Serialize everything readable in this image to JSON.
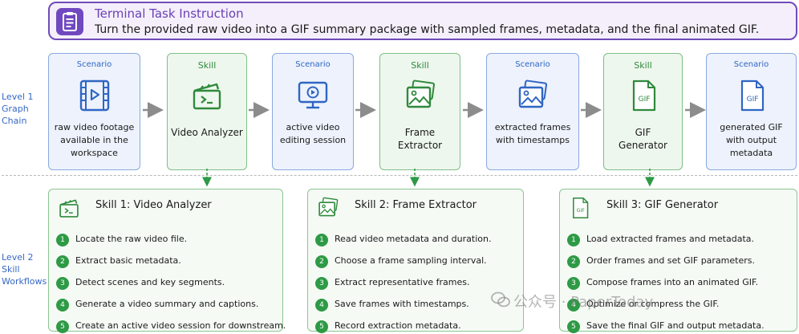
{
  "instruction": {
    "title": "Terminal Task Instruction",
    "text": "Turn the provided raw video into a GIF summary package with sampled frames, metadata, and the final animated GIF."
  },
  "levels": {
    "level1": [
      "Level 1",
      "Graph",
      "Chain"
    ],
    "level2": [
      "Level 2",
      "Skill",
      "Workflows"
    ]
  },
  "chain": [
    {
      "kind": "Scenario",
      "icon": "video-file-icon",
      "lines": [
        "raw video footage",
        "available in the",
        "workspace"
      ]
    },
    {
      "kind": "Skill",
      "icon": "clapperboard-icon",
      "lines": [
        "Video Analyzer"
      ]
    },
    {
      "kind": "Scenario",
      "icon": "monitor-play-icon",
      "lines": [
        "active video",
        "editing session"
      ]
    },
    {
      "kind": "Skill",
      "icon": "image-stack-icon",
      "lines": [
        "Frame",
        "Extractor"
      ]
    },
    {
      "kind": "Scenario",
      "icon": "image-stack-icon",
      "lines": [
        "extracted frames",
        "with timestamps"
      ]
    },
    {
      "kind": "Skill",
      "icon": "gif-file-icon",
      "lines": [
        "GIF",
        "Generator"
      ]
    },
    {
      "kind": "Scenario",
      "icon": "gif-file-icon",
      "lines": [
        "generated GIF",
        "with output",
        "metadata"
      ]
    }
  ],
  "workflows": [
    {
      "title": "Skill 1: Video Analyzer",
      "icon": "clapperboard-icon",
      "steps": [
        {
          "num": "1",
          "text": "Locate the raw video file."
        },
        {
          "num": "2",
          "text": "Extract basic metadata."
        },
        {
          "num": "3",
          "text": "Detect scenes and key segments."
        },
        {
          "num": "4",
          "text": "Generate a video summary and captions."
        },
        {
          "num": "5",
          "text": "Create an active video session for downstream."
        }
      ]
    },
    {
      "title": "Skill 2: Frame Extractor",
      "icon": "image-stack-icon",
      "steps": [
        {
          "num": "1",
          "text": "Read video metadata and duration."
        },
        {
          "num": "2",
          "text": "Choose a frame sampling interval."
        },
        {
          "num": "3",
          "text": "Extract representative frames."
        },
        {
          "num": "4",
          "text": "Save frames with timestamps."
        },
        {
          "num": "5",
          "text": "Record extraction metadata."
        }
      ]
    },
    {
      "title": "Skill 3: GIF Generator",
      "icon": "gif-file-icon",
      "steps": [
        {
          "num": "1",
          "text": "Load extracted frames and metadata."
        },
        {
          "num": "2",
          "text": "Order frames and set GIF parameters."
        },
        {
          "num": "3",
          "text": "Compose frames into an animated GIF."
        },
        {
          "num": "4",
          "text": "Optimize or compress the GIF."
        },
        {
          "num": "5",
          "text": "Save the final GIF and output metadata."
        }
      ]
    }
  ],
  "gif_icon_label": "GIF",
  "watermark": "公众号 · PaperToday",
  "colors": {
    "purple": "#6f4bb8",
    "scenario_border": "#8aa9e0",
    "skill_border": "#7fc086",
    "step_green": "#2e9a45",
    "arrow_gray": "#8c8c8c"
  }
}
